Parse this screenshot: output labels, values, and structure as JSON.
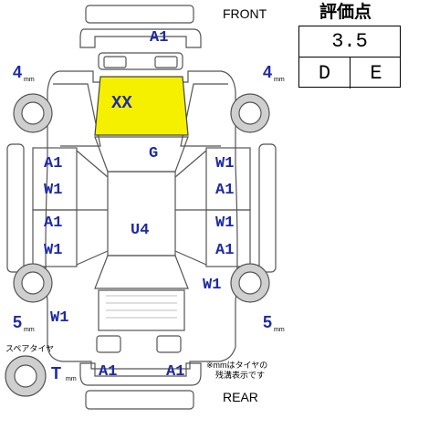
{
  "header": {
    "front": "FRONT",
    "rear": "REAR",
    "score_title": "評価点"
  },
  "score": {
    "overall": "3.5",
    "interior": "D",
    "exterior": "E"
  },
  "colors": {
    "damage_label": "#1c2aa8",
    "highlight": "#f5f000",
    "outline": "#555555"
  },
  "tires": {
    "front_left": "4",
    "front_right": "4",
    "rear_left": "5",
    "rear_right": "5",
    "spare_label": "スペアタイヤ",
    "spare": "T",
    "unit": "mm"
  },
  "note": {
    "line1": "※mmはタイヤの",
    "line2": "残溝表示です"
  },
  "damage": {
    "front_bumper": "A1",
    "hood": "XX",
    "roof_front": "G",
    "roof": "U4",
    "left_front_door_1": "A1",
    "left_front_door_2": "W1",
    "left_rear_door_1": "A1",
    "left_rear_door_2": "W1",
    "right_front_door_1": "W1",
    "right_front_door_2": "A1",
    "right_rear_door_1": "W1",
    "right_rear_door_2": "A1",
    "right_rear_fender": "W1",
    "left_rear_fender": "W1",
    "rear_bumper_left": "A1",
    "rear_bumper_right": "A1"
  }
}
